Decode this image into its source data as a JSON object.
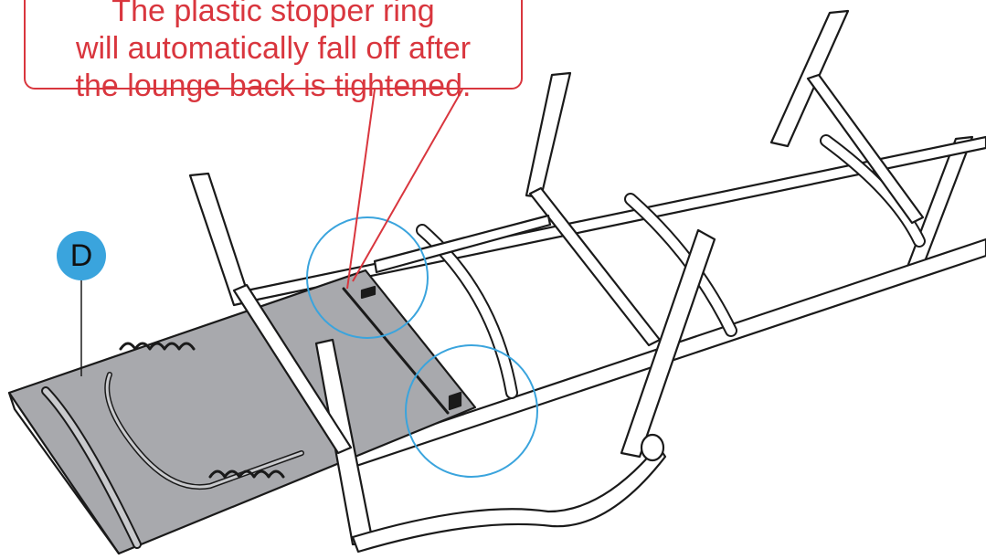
{
  "callout": {
    "line1": "The plastic stopper ring",
    "line2": "will automatically fall off after",
    "line3": "the lounge back is tightened."
  },
  "part_label": {
    "letter": "D"
  },
  "colors": {
    "callout": "#d9363e",
    "highlight_circle": "#3aa4dd",
    "panel": "#a8a9ad",
    "outline": "#1a1a1a"
  }
}
